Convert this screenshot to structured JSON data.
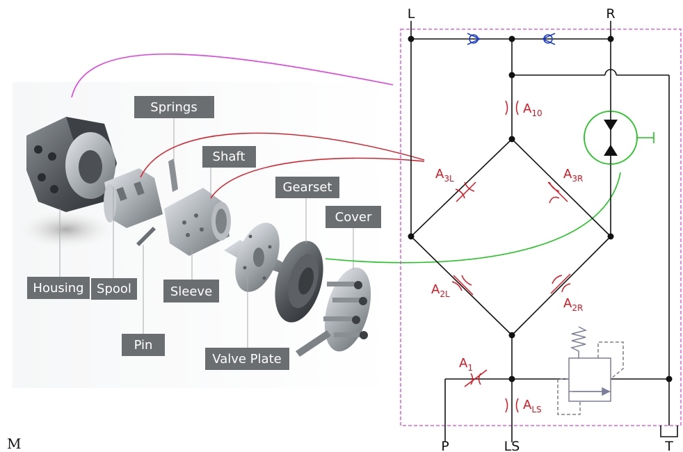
{
  "figure_label": "M",
  "component_labels": {
    "housing": "Housing",
    "spool": "Spool",
    "pin": "Pin",
    "springs": "Springs",
    "shaft": "Shaft",
    "sleeve": "Sleeve",
    "gearset": "Gearset",
    "valve_plate": "Valve Plate",
    "cover": "Cover"
  },
  "terminals": {
    "left": "L",
    "right": "R",
    "pressure": "P",
    "load_sense": "LS",
    "tank": "T"
  },
  "orifices": {
    "a10": {
      "base": "A",
      "sub": "10"
    },
    "a3l": {
      "base": "A",
      "sub": "3L"
    },
    "a3r": {
      "base": "A",
      "sub": "3R"
    },
    "a2l": {
      "base": "A",
      "sub": "2L"
    },
    "a2r": {
      "base": "A",
      "sub": "2R"
    },
    "a1": {
      "base": "A",
      "sub": "1"
    },
    "als": {
      "base": "A",
      "sub": "LS"
    }
  },
  "colors": {
    "boundary": "#e040e0",
    "check_valve": "#1a3dd6",
    "orifice": "#e0141e",
    "motor": "#19c619",
    "relief_valve": "#7a7f9a",
    "label_box": "#6b6e71"
  }
}
